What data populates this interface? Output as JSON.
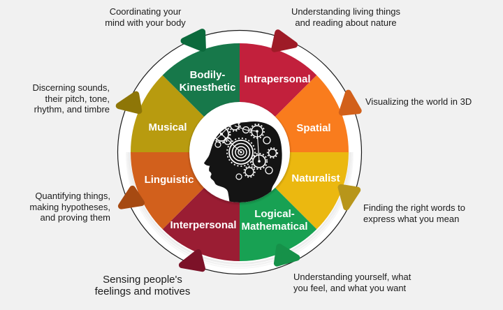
{
  "colors": {
    "background": "#F1F1F1",
    "ring_outline": "#1A1A1A",
    "center_disc": "#FFFFFF",
    "head_silhouette": "#141414",
    "label_text": "#FFFFFF",
    "annotation_text": "#1B1B1B"
  },
  "wheel": {
    "segments": [
      {
        "name": "Intrapersonal",
        "lines": [
          "Intrapersonal",
          ""
        ],
        "color": "#C2203C",
        "arrow_color": "#9E1B27"
      },
      {
        "name": "Spatial",
        "lines": [
          "Spatial",
          ""
        ],
        "color": "#F97C1D",
        "arrow_color": "#D2601A"
      },
      {
        "name": "Naturalist",
        "lines": [
          "Naturalist",
          ""
        ],
        "color": "#EBB810",
        "arrow_color": "#B8961B"
      },
      {
        "name": "Logical-Mathematical",
        "lines": [
          "Logical-",
          "Mathematical"
        ],
        "color": "#18A153",
        "arrow_color": "#169149"
      },
      {
        "name": "Interpersonal",
        "lines": [
          "Interpersonal",
          ""
        ],
        "color": "#9A1D33",
        "arrow_color": "#7C1228"
      },
      {
        "name": "Linguistic",
        "lines": [
          "Linguistic",
          ""
        ],
        "color": "#D2601C",
        "arrow_color": "#A64A12"
      },
      {
        "name": "Musical",
        "lines": [
          "Musical",
          ""
        ],
        "color": "#B89B0F",
        "arrow_color": "#8E7607"
      },
      {
        "name": "Bodily-Kinesthetic",
        "lines": [
          "Bodily-",
          "Kinesthetic"
        ],
        "color": "#17784A",
        "arrow_color": "#0B6A3C"
      }
    ]
  },
  "annotations": [
    {
      "id": "top-left",
      "text": "Coordinating your\nmind with your body"
    },
    {
      "id": "top-right",
      "text": "Understanding living things\nand reading about nature"
    },
    {
      "id": "right",
      "text": "Visualizing the world in 3D"
    },
    {
      "id": "right-lower",
      "text": "Finding the right words to\nexpress what you mean"
    },
    {
      "id": "bottom-right",
      "text": "Understanding yourself, what\nyou feel, and what you want"
    },
    {
      "id": "bottom-left",
      "text": "Sensing people's\nfeelings and motives"
    },
    {
      "id": "left-lower",
      "text": "Quantifying things,\nmaking hypotheses,\nand proving them"
    },
    {
      "id": "left-upper",
      "text": "Discerning sounds,\ntheir pitch, tone,\nrhythm, and timbre"
    }
  ]
}
